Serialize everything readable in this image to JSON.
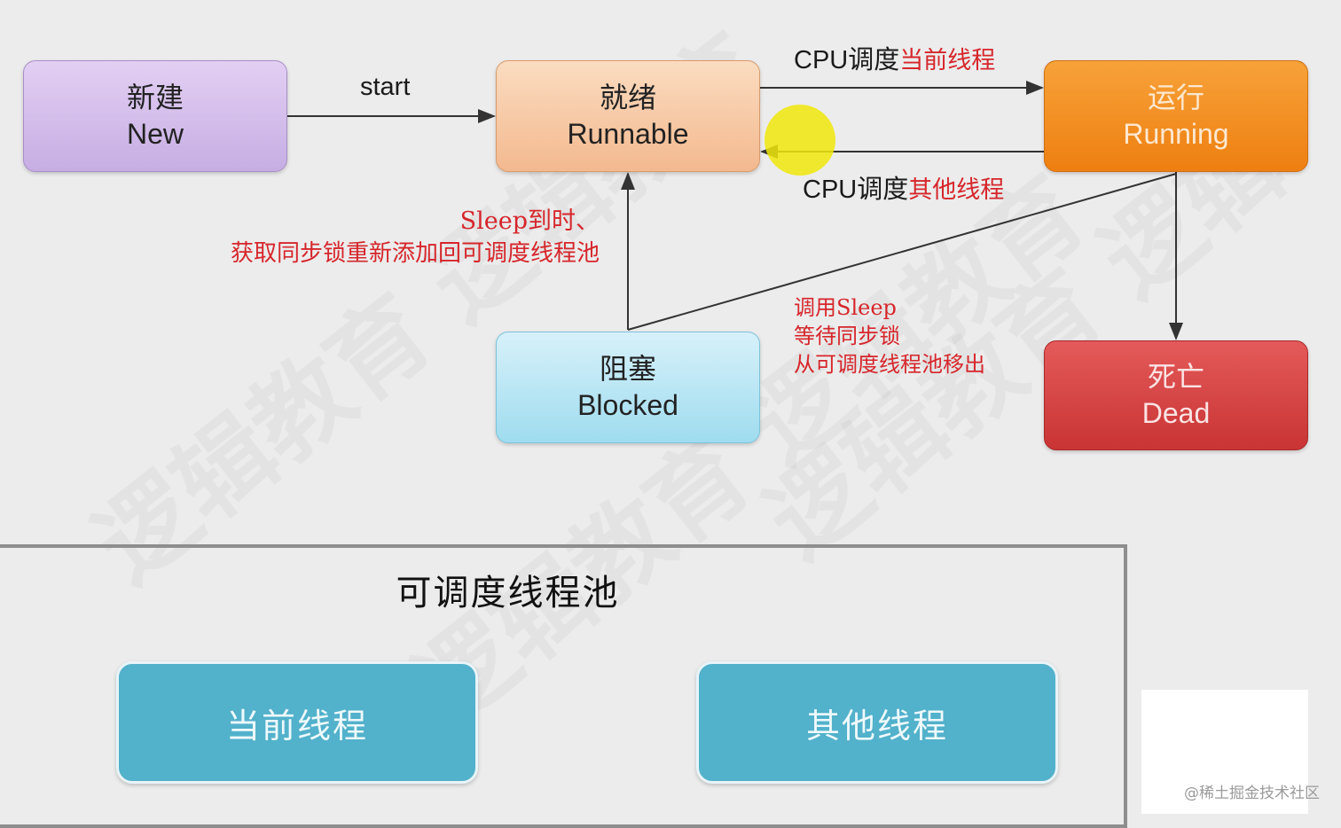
{
  "states": {
    "new": {
      "zh": "新建",
      "en": "New"
    },
    "runnable": {
      "zh": "就绪",
      "en": "Runnable"
    },
    "running": {
      "zh": "运行",
      "en": "Running"
    },
    "blocked": {
      "zh": "阻塞",
      "en": "Blocked"
    },
    "dead": {
      "zh": "死亡",
      "en": "Dead"
    }
  },
  "edges": {
    "start": "start",
    "to_running_prefix": "CPU调度",
    "to_running_suffix": "当前线程",
    "to_runnable_prefix": "CPU调度",
    "to_runnable_suffix": "其他线程",
    "blocked_to_runnable_line1": "Sleep到时、",
    "blocked_to_runnable_line2": "获取同步锁重新添加回可调度线程池",
    "running_to_blocked_line1": "调用Sleep",
    "running_to_blocked_line2": "等待同步锁",
    "running_to_blocked_line3": "从可调度线程池移出"
  },
  "pool": {
    "title": "可调度线程池",
    "current": "当前线程",
    "other": "其他线程"
  },
  "credit": "@稀土掘金技术社区",
  "colors": {
    "new": "#c6aee3",
    "runnable": "#f3b98f",
    "running": "#ee7f10",
    "blocked": "#9fdcef",
    "dead": "#c93434",
    "pool_item": "#52b1cb",
    "annotation": "#d6262b"
  }
}
